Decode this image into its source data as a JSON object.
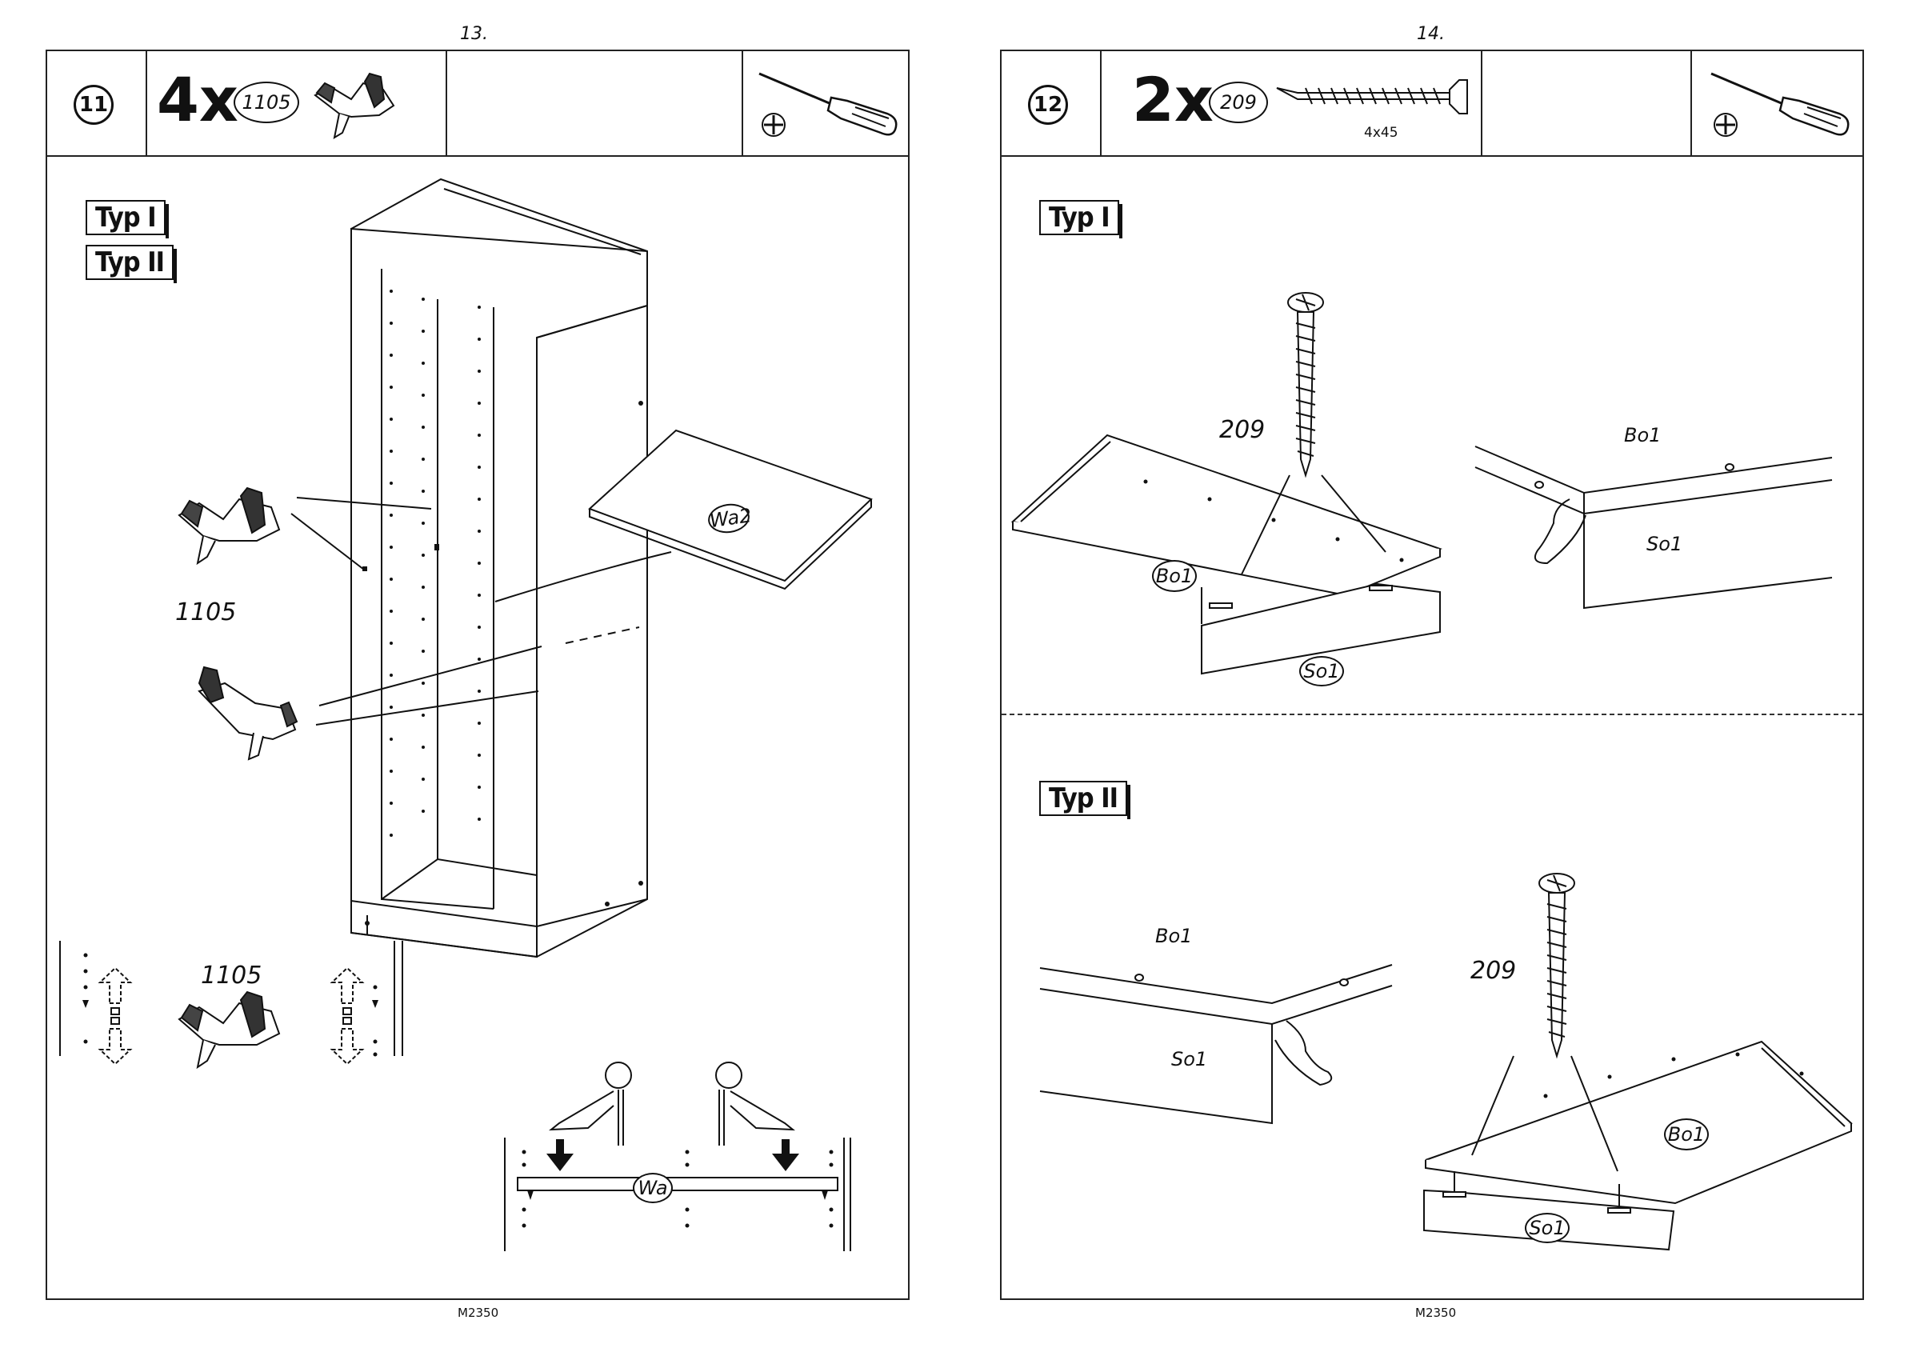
{
  "pages": {
    "left": {
      "page_number": "13.",
      "footer": "M2350",
      "step": {
        "number": "11",
        "quantity": "4x",
        "part_id": "1105",
        "tool": "phillips-screwdriver-icon"
      },
      "types": [
        "Typ I",
        "Typ II"
      ],
      "labels": {
        "peg_label_top": "1105",
        "peg_label_bottom": "1105",
        "shelf_part": "Wa2",
        "bottom_shelf": "Wa"
      }
    },
    "right": {
      "page_number": "14.",
      "footer": "M2350",
      "step": {
        "number": "12",
        "quantity": "2x",
        "part_id": "209",
        "screw_size": "4x45",
        "tool": "phillips-screwdriver-icon"
      },
      "type_1": {
        "tag": "Typ I",
        "screw_label": "209",
        "board_label": "Bo1",
        "plinth_label": "So1",
        "detail_top": "Bo1",
        "detail_side": "So1"
      },
      "type_2": {
        "tag": "Typ II",
        "screw_label": "209",
        "board_label": "Bo1",
        "plinth_label": "So1",
        "detail_top": "Bo1",
        "detail_side": "So1"
      }
    }
  }
}
